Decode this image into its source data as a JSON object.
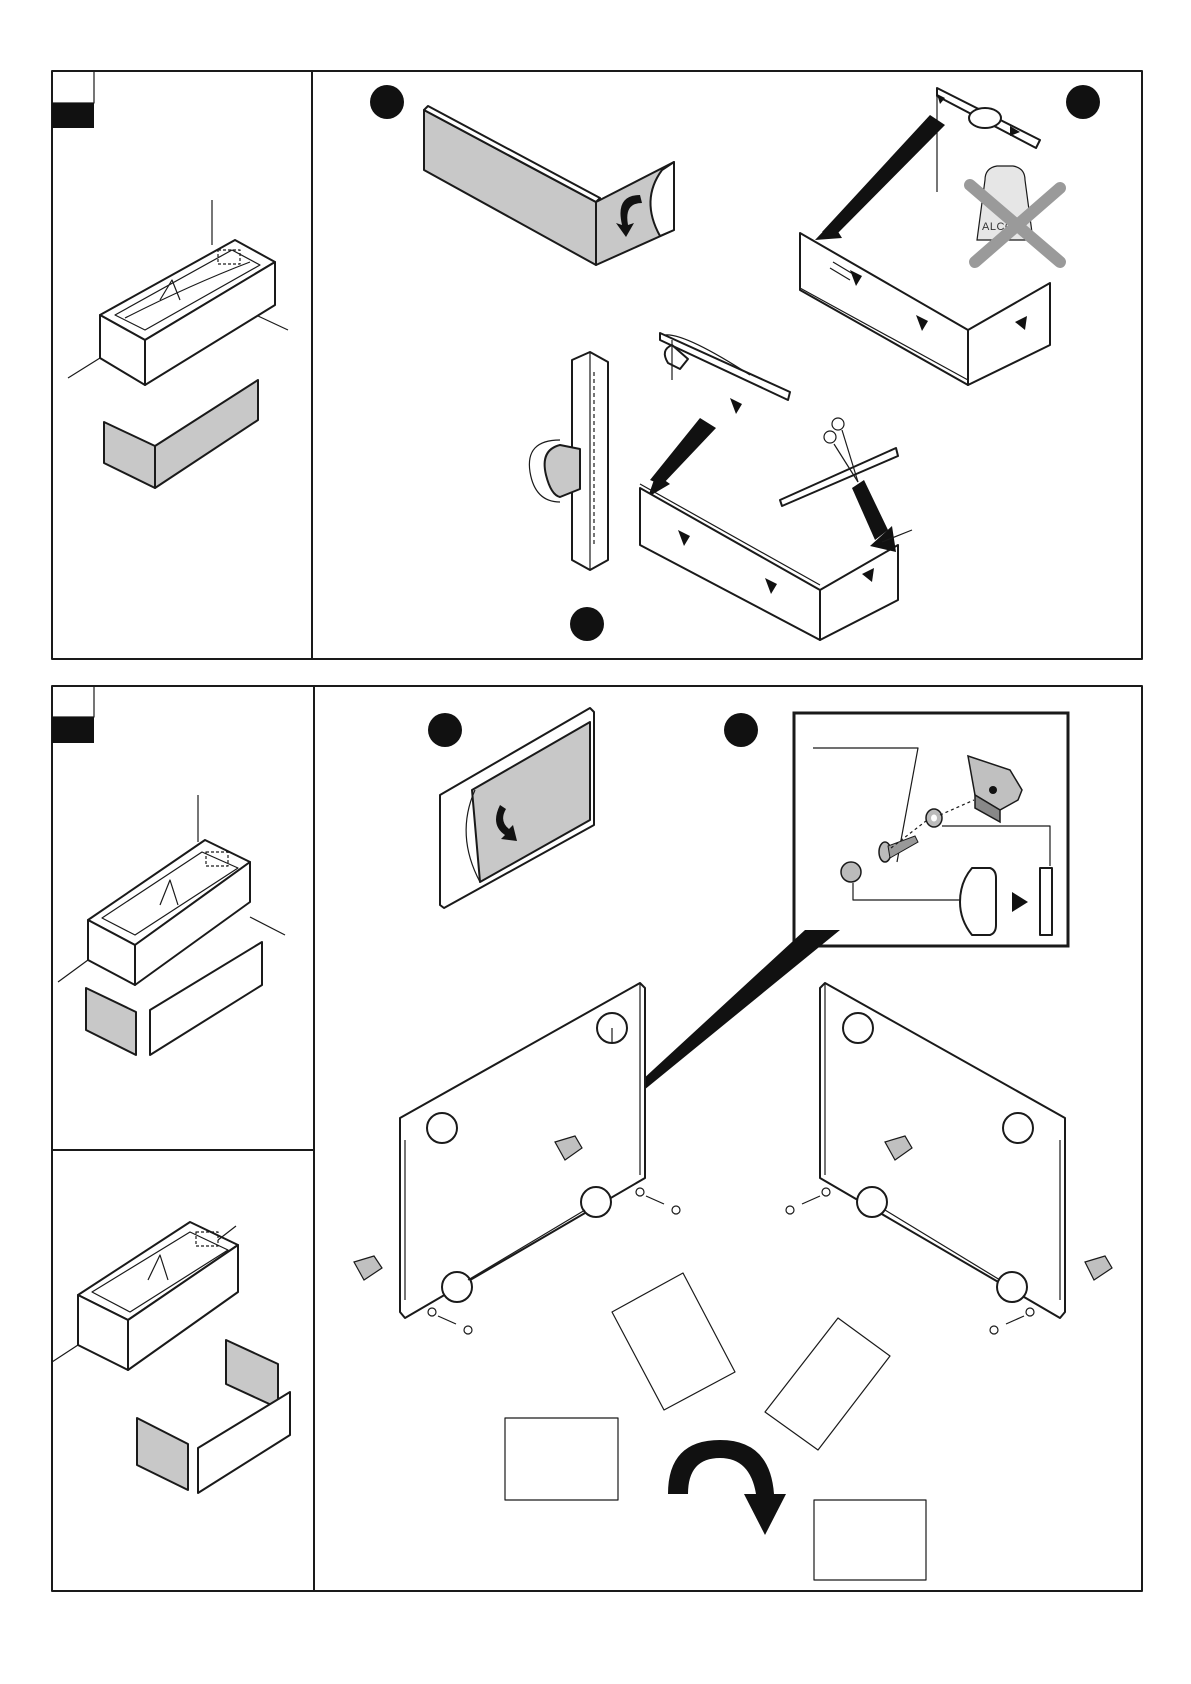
{
  "colors": {
    "line": "#1a1a1a",
    "panel_fill": "#c8c8c8",
    "badge_fill": "#111111",
    "paper": "#ffffff"
  },
  "top_section": {
    "step_markers": [
      "step-1-marker",
      "step-2-marker",
      "step-3-marker"
    ],
    "warning_product_label": "ALCOOL"
  },
  "bottom_section": {
    "step_markers": [
      "step-1-marker",
      "step-2-marker"
    ]
  },
  "icons": [
    "bathtub-icon",
    "front-panel-icon",
    "side-panel-icon",
    "rotate-arrow-icon",
    "no-alcohol-icon",
    "scissors-icon",
    "screw-icon",
    "washer-icon",
    "clip-bracket-icon"
  ]
}
